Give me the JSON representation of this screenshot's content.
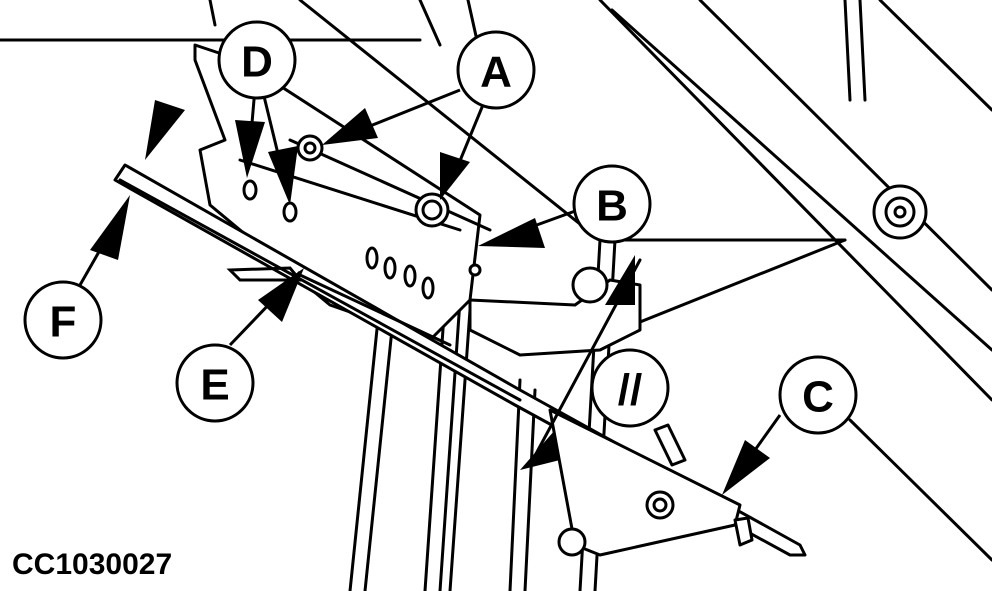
{
  "figure_id": "CC1030027",
  "callouts": {
    "a": "A",
    "b": "B",
    "c": "C",
    "d": "D",
    "e": "E",
    "f": "F",
    "parallel": "//"
  },
  "colors": {
    "line": "#000000",
    "background": "#ffffff"
  }
}
